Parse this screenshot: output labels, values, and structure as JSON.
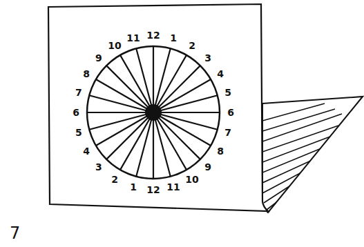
{
  "diagram": {
    "labels": [
      "12",
      "1",
      "2",
      "3",
      "4",
      "5",
      "6",
      "7",
      "8",
      "9",
      "10",
      "11",
      "12",
      "1",
      "2",
      "3",
      "4",
      "5",
      "6",
      "7",
      "8",
      "9",
      "10",
      "11",
      "7"
    ]
  }
}
